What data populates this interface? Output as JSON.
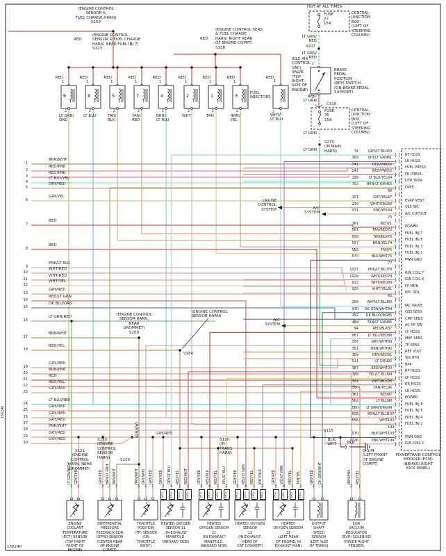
{
  "doc_id": "156240",
  "wire_palette": {
    "RED": "#c92a2a",
    "BRN/WHT": "#9b7b52",
    "RED/PNK": "#e06a7d",
    "LT BLU/YEL": "#7fd0b8",
    "GRY/RED": "#e08a7a",
    "GRY/YEL": "#c9c063",
    "PNK/LT BLU": "#c79ab4",
    "WHT/RED": "#d99090",
    "WHT/YEL": "#d5cc8a",
    "RED/LT GRN": "#c25454",
    "DK BLU/ORG": "#4f5fa0",
    "LT GRN/RED": "#4db84d",
    "RED/YEL": "#d2752b",
    "BRN/PNK": "#c68a74",
    "LT BLU/RED": "#59c6dc",
    "PNK/WHT": "#e39ab8",
    "GRY/LT BLU": "#98c3d8",
    "VIO/LT GRN": "#9b6fba",
    "LT BLU": "#45cbdc",
    "TAN/BLK": "#c2a25e",
    "TAN/RED": "#d49467",
    "TAN": "#d9c281",
    "BRN/YEL": "#b29a4b",
    "BRN/LT BLU": "#74c9ba",
    "WHT": "#b5b5b5",
    "LT GRN/ORG": "#a6bd3e",
    "WHT/LT BLU": "#8ed0da",
    "LT GRN": "#3dbd5e",
    "GRY/WHT": "#a9a9a9",
    "WHT/ORG": "#d3a878",
    "PNK/YEL": "#e48fa2",
    "BLK/WHT": "#4a4a4a",
    "BLK": "#151515",
    "TAN/LT GRN": "#9cc45e",
    "RED/BLK": "#ad2e2e",
    "YEL/LT BLU": "#c3cf62",
    "WHT/BLK": "#8f8f8f",
    "TAN/YEL": "#d3b757",
    "DK GRN/WHT": "#2f7f52",
    "BRN/LT GRN": "#8f9c50",
    "RED/WHT": "#d34b4b"
  },
  "top_left": {
    "s159": "(ENGINE CONTROL\nSENSOR &\nFUEL CHARGE HARN)\nS159",
    "s123": "(ENGINE CONTROL\nSENSOR & FUEL CHARGE\nHARN, NEAR FUEL INJ 7)\nS123",
    "s128": "(ENGINE CONTROL SENS\n& FUEL CHARGE\nHARN, RIGHT REAR\nOF ENGINE COMPT)\nS128",
    "red_label": "RED"
  },
  "injectors": {
    "title": "FUEL\nINJECTORS",
    "top_wire": "RED",
    "top_pin": "1",
    "bottom_pin": "2",
    "items": [
      {
        "num": "6",
        "wire": "LT GRN/\nORG"
      },
      {
        "num": "8",
        "wire": "LT BLU"
      },
      {
        "num": "5",
        "wire": "TAN/\nBLK"
      },
      {
        "num": "7",
        "wire": "TAN/\nRED"
      },
      {
        "num": "4",
        "wire": "BRN/\nLT BLU"
      },
      {
        "num": "2",
        "wire": "WHT"
      },
      {
        "num": "1",
        "wire": "TAN"
      },
      {
        "num": "3",
        "wire": "BRN/\nYEL"
      }
    ]
  },
  "iac": {
    "label": "IDLE AIR\nCONTROL\n(IAC)\nVALVE\n(TOP\nRIGHT\nSIDE OF\nENGINE)",
    "wire": "WHT/\nLT BLU"
  },
  "power_chain": {
    "hot": "HOT AT ALL TIMES",
    "fuse1": "FUSE\n22\n15A",
    "cjb1": "CENTRAL\nJUNCTION\nBOX\n(LEFT OF\nSTEERING\nCOLUMN)",
    "wire1": "LT GRN/\nRED",
    "s207": "S207",
    "wire2": "LT GRN/\nRED",
    "bpp_pin_top": "1",
    "bpp": "BRAKE\nPEDAL\nPOSITION\n(BPP) SWITCH\n(ON BRAKE PEDAL\nSUPPORT)",
    "bpp_pin_bot": "2",
    "wire3": "RED/\nLT GRN",
    "c316": "C316",
    "fuse2": "FUSE\n35\n15A",
    "cjb2": "CENTRAL\nJUNCTION\nBOX\n(LEFT OF\nSTEERING\nCOLUMN)",
    "wire4": "LT GRN",
    "s275": "S275\n(IN MAIN\nHARN)",
    "wire5": "LT GRN"
  },
  "left_rows": [
    {
      "n": "1",
      "color": "BRN/WHT"
    },
    {
      "n": "2",
      "color": "RED/PNK"
    },
    {
      "n": "3",
      "color": "RED/PNK"
    },
    {
      "n": "4",
      "color": "LT BLU/YEL"
    },
    {
      "n": "5",
      "color": "GRY/RED"
    },
    {
      "n": "6",
      "color": "GRY/YEL"
    },
    {
      "n": "7",
      "color": "RED"
    },
    {
      "n": "8",
      "color": "RED"
    },
    {
      "n": "9",
      "color": "PNK/LT BLU"
    },
    {
      "n": "10",
      "color": "WHT/RED"
    },
    {
      "n": "11",
      "color": "WHT/RED"
    },
    {
      "n": "12",
      "color": "WHT/YEL"
    },
    {
      "n": "13",
      "color": "GRY/RED"
    },
    {
      "n": "14",
      "color": "RED/LT GRN"
    },
    {
      "n": "15",
      "color": "DK BLU/ORG"
    },
    {
      "n": "16",
      "color": "LT GRN/RED"
    },
    {
      "n": "17",
      "color": "BRN/WHT"
    },
    {
      "n": "18",
      "color": "RED/YEL"
    },
    {
      "n": "19",
      "color": "GRY/RED"
    },
    {
      "n": "20",
      "color": "BRN/PNK"
    },
    {
      "n": "21",
      "color": "RED"
    },
    {
      "n": "22",
      "color": "RED/YEL"
    },
    {
      "n": "23",
      "color": "GRY/RED"
    },
    {
      "n": "24",
      "color": "LT BLU/RED"
    },
    {
      "n": "25",
      "color": "GRY/RED"
    },
    {
      "n": "26",
      "color": "GRY/RED"
    },
    {
      "n": "27",
      "color": "GRY/RED"
    },
    {
      "n": "28",
      "color": "PNK/WHT"
    },
    {
      "n": "29",
      "color": "GRY/RED"
    },
    {
      "n": "30",
      "color": "GRY/RED"
    }
  ],
  "pcm": {
    "title": "POWERTRAIN CONTROL\nMODULE (PCM)\n(BEHIND RIGHT\nKICK PANEL)",
    "rows": [
      {
        "circuit": "74",
        "color": "GRY/LT BLU",
        "pin": "60",
        "label": "RF HO2S"
      },
      {
        "circuit": "393",
        "color": "VIO/LT GRN",
        "pin": "61",
        "label": "LR HO2S"
      },
      {
        "circuit": "741",
        "color": "RED/PNK",
        "pin": "62",
        "label": "FUEL PRESS"
      },
      {
        "circuit": "141",
        "color": "RED/PNK",
        "pin": "63",
        "label": "FR PRESS"
      },
      {
        "circuit": "199",
        "color": "LT BLU/YEL",
        "pin": "64",
        "label": "DTR TR3A"
      },
      {
        "circuit": "352",
        "color": "BRN/LT GRN",
        "pin": "65",
        "label": "DPFE"
      },
      {
        "circuit": "",
        "color": "",
        "pin": "66",
        "label": ""
      },
      {
        "circuit": "101",
        "color": "GRY/YEL",
        "pin": "67",
        "label": "EVAP VENT"
      },
      {
        "circuit": "239",
        "color": "WHT/ORG",
        "pin": "68",
        "label": "VSS SIG"
      },
      {
        "circuit": "331",
        "color": "PNK/YEL",
        "pin": "69",
        "label": "A/C CUTOUT"
      },
      {
        "circuit": "",
        "color": "",
        "pin": "70",
        "label": ""
      },
      {
        "circuit": "361",
        "color": "RED",
        "pin": "71",
        "label": "POWER"
      },
      {
        "circuit": "561",
        "color": "TAN/RED",
        "pin": "72",
        "label": "FUEL INJ 7"
      },
      {
        "circuit": "559",
        "color": "TAN/BLK",
        "pin": "73",
        "label": "FUEL INJ 5"
      },
      {
        "circuit": "557",
        "color": "BRN/YEL",
        "pin": "74",
        "label": "FUEL INJ 3"
      },
      {
        "circuit": "555",
        "color": "TAN",
        "pin": "75",
        "label": "FUEL INJ 1"
      },
      {
        "circuit": "570",
        "color": "BLK/WHT",
        "pin": "76",
        "label": "PWR GND"
      },
      {
        "circuit": "",
        "color": "",
        "pin": "77",
        "label": ""
      },
      {
        "circuit": "1027",
        "color": "PNK/LT BLU",
        "pin": "78",
        "label": "IGN COIL 7"
      },
      {
        "circuit": "1029",
        "color": "WHT/RED",
        "pin": "79",
        "label": "IGN COIL 8"
      },
      {
        "circuit": "922",
        "color": "WHT/RED",
        "pin": "80",
        "label": "FP MON"
      },
      {
        "circuit": "925",
        "color": "WHT/YEL",
        "pin": "81",
        "label": "EPC SOL"
      },
      {
        "circuit": "",
        "color": "",
        "pin": "82",
        "label": ""
      },
      {
        "circuit": "264",
        "color": "WHT/LT BLU",
        "pin": "83",
        "label": "IAC VALVE"
      },
      {
        "circuit": "970",
        "color": "DK GRN/WHT",
        "pin": "84",
        "label": "OSS SENS"
      },
      {
        "circuit": "292",
        "color": "DK BLU/ORG",
        "pin": "85",
        "label": "CMP SENS"
      },
      {
        "circuit": "489",
        "color": "TAN/LT GRN",
        "pin": "86",
        "label": "AC HP SW"
      },
      {
        "circuit": "94",
        "color": "RED/BLK",
        "pin": "87",
        "label": "LF HO2S"
      },
      {
        "circuit": "967",
        "color": "LT BLU/RED",
        "pin": "88",
        "label": "MAF SENS"
      },
      {
        "circuit": "355",
        "color": "GRY/WHT",
        "pin": "89",
        "label": "TP SENS"
      },
      {
        "circuit": "351",
        "color": "BRN/WHT",
        "pin": "90",
        "label": "REF VOLT"
      },
      {
        "circuit": "359",
        "color": "GRY/RED",
        "pin": "91",
        "label": "SIG RTN"
      },
      {
        "circuit": "511",
        "color": "LT GRN",
        "pin": "92",
        "label": "BPP"
      },
      {
        "circuit": "387",
        "color": "RED/WHT",
        "pin": "93",
        "label": "RF HO2S"
      },
      {
        "circuit": "388",
        "color": "YEL/LT BLU",
        "pin": "94",
        "label": "LF HO2S"
      },
      {
        "circuit": "399",
        "color": "WHT/BLK",
        "pin": "95",
        "label": "RR HO2S"
      },
      {
        "circuit": "390",
        "color": "TAN/YEL",
        "pin": "96",
        "label": "LR HO2S"
      },
      {
        "circuit": "361",
        "color": "RED",
        "pin": "97",
        "label": "POWER"
      },
      {
        "circuit": "562",
        "color": "LT BLU",
        "pin": "98",
        "label": "FUEL INJ 8"
      },
      {
        "circuit": "560",
        "color": "LT GRN/ORG",
        "pin": "99",
        "label": "FUEL INJ 6"
      },
      {
        "circuit": "558",
        "color": "BRN/LT BLU",
        "pin": "100",
        "label": "FUEL INJ 4"
      },
      {
        "circuit": "556",
        "color": "WHT",
        "pin": "101",
        "label": "FUEL INJ 2"
      },
      {
        "circuit": "",
        "color": "",
        "pin": "102",
        "label": ""
      },
      {
        "circuit": "570",
        "color": "BLK/WHT",
        "pin": "103",
        "label": "PWR GND"
      },
      {
        "circuit": "1026",
        "color": "PNK/WHT",
        "pin": "104",
        "label": "IGN COIL 2"
      }
    ]
  },
  "mid_labels": {
    "cruise": "CRUISE\nCONTROL\nSYSTEM",
    "ac1": "A/C\nSYSTEM",
    "ac2": "A/C\nSYSTEM",
    "s200": "(ENGINE CONTROL\nSENSOR HARN,\nNEAR\nGROMMET)\nS200",
    "s184_label": "(ENGINE CONTROL\nSENSOR HARN)",
    "s184": "S184",
    "s121": "S121\n(ENGINE\nCONTROL\nHARN, NEAR\nGROMMET)",
    "s130": "S130\n(ENGINE\nCONTROL\nSENSOR\nHARN)",
    "s129": "S129",
    "s120": "S120\n(IN\nTRANS\nHARN)",
    "s115": "S115",
    "gry_red": "GRY/RED",
    "brn_wht": "BRN/WHT",
    "blk_wht": "BLK/\nWHT",
    "blk": "BLK",
    "g104": "G-104\n(LEFT FRONT\nOF ENGINE\nCOMPT)",
    "mca": "MCA"
  },
  "sensors": [
    {
      "name": "ENGINE\nCOOLANT\nTEMPERATURE\n(ECT) SENSOR\n(TOP RIGHT\nFRONT OF\nENGINE)",
      "pins": [
        {
          "n": "1",
          "wire": "LT GRN/RED"
        },
        {
          "n": "2",
          "wire": "GRY/RED"
        }
      ],
      "mca": false
    },
    {
      "name": "DIFFERENTIAL\nPRESSURE\nFEEDBACK EGR\n(DPFE) SENSOR\n(CENTER REAR\nOF ENGINE\nCOMPT)",
      "pins": [
        {
          "n": "3",
          "wire": "GRY/RED"
        },
        {
          "n": "2",
          "wire": "BRN/LT GRN"
        },
        {
          "n": "1",
          "wire": "BRN/WHT"
        }
      ],
      "mca": false
    },
    {
      "name": "THROTTLE\nPOSITION\n(TP) SENSOR\n(ON\nTHROTTLE\nBODY)",
      "pins": [
        {
          "n": "3",
          "wire": "BRN/WHT"
        },
        {
          "n": "2",
          "wire": "GRY/WHT"
        },
        {
          "n": "1",
          "wire": "GRY/RED"
        }
      ],
      "mca": false
    },
    {
      "name": "HEATED OXYGEN\nSENSOR 11\n(IN EXHAUST\nMANIFOLD,\nINBOARD SIDE)",
      "pins": [
        {
          "n": "3",
          "wire": "GRY/RED"
        },
        {
          "n": "4",
          "wire": "GRY/LT BLU"
        },
        {
          "n": "1",
          "wire": "RED/YEL"
        },
        {
          "n": "2",
          "wire": "RED/WHT"
        }
      ],
      "mca": true
    },
    {
      "name": "HEATED\nOXYGEN SENSOR\n21\n(IN EXHAUST\nMANIFOLD,\nINBOARD SIDE)",
      "pins": [
        {
          "n": "3",
          "wire": "GRY/RED"
        },
        {
          "n": "4",
          "wire": "RED/BLK"
        },
        {
          "n": "1",
          "wire": "RED/YEL"
        },
        {
          "n": "2",
          "wire": "YEL/LT BLU"
        }
      ],
      "mca": true
    },
    {
      "name": "HEATED OXYGEN\nSENSOR\n12\n(IN EXHAUST,\nREAR OF\nCAT CONVERT)",
      "pins": [
        {
          "n": "3",
          "wire": "GRY/RED"
        },
        {
          "n": "4",
          "wire": "RED/LT GRN"
        },
        {
          "n": "1",
          "wire": "RED/YEL"
        },
        {
          "n": "2",
          "wire": "WHT/BLK"
        }
      ],
      "mca": true
    },
    {
      "name": "HEATED\nOXYGEN SENSOR\n22\n(LEFT REAR\nOF ENGINE, IN\nEXHAUST MAN)",
      "pins": [
        {
          "n": "3",
          "wire": "GRY/RED"
        },
        {
          "n": "4",
          "wire": "VIO/LT GRN"
        },
        {
          "n": "1",
          "wire": "RED/YEL"
        },
        {
          "n": "2",
          "wire": "TAN/YEL"
        }
      ],
      "mca": true
    },
    {
      "name": "OUTPUT\nSHAFT\nSPEED\nSENSOR\n(LEFT SIDE\nOF TRANS)",
      "pins": [
        {
          "n": "1",
          "wire": "GRY/RED"
        },
        {
          "n": "2",
          "wire": "DK GRN/WHT"
        }
      ],
      "mca": false
    },
    {
      "name": "EGR\nVACUUM\nREGULATOR\n(EVR) SOLENOID\n(INSIDE RIGHT\nFENDER)",
      "pins": [
        {
          "n": "2",
          "wire": "BRN/PNK"
        },
        {
          "n": "1",
          "wire": "RED/YEL"
        }
      ],
      "mca": false
    }
  ]
}
